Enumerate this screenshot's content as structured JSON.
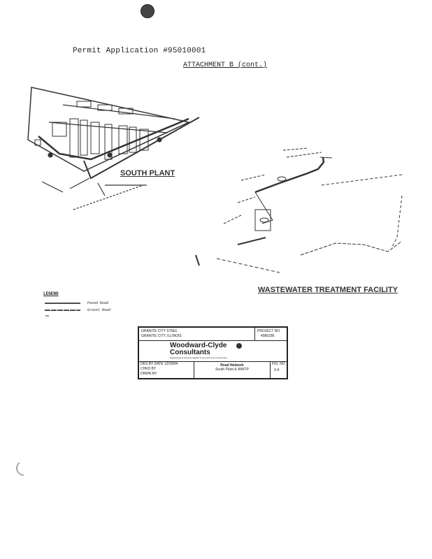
{
  "header": {
    "permit": "Permit Application #95010001",
    "attachment": "ATTACHMENT B (cont.)"
  },
  "map": {
    "south_plant_label": "SOUTH PLANT",
    "wwtp_label": "WASTEWATER TREATMENT FACILITY"
  },
  "legend": {
    "title": "LEGEND",
    "items": [
      "Paved Road",
      "Gravel Road"
    ]
  },
  "title_block": {
    "client_line1": "GRANITE CITY STEEL",
    "client_line2": "GRANITE CITY, ILLINOIS",
    "project_label": "PROJECT NO.",
    "project_no": "4086186",
    "firm_line1": "Woodward-Clyde",
    "firm_line2": "Consultants",
    "firm_tagline": "Engineering & sciences applied to the earth & its environment",
    "date_line": "DES BY  DATE 12/29/94",
    "chkd_line": "CHKD BY",
    "drwn_line": "DRWN BY",
    "drawing_title1": "Road Network",
    "drawing_title2": "South Plant & WWTP",
    "fig_label": "FIG. NO.",
    "fig_no": "3-4"
  }
}
